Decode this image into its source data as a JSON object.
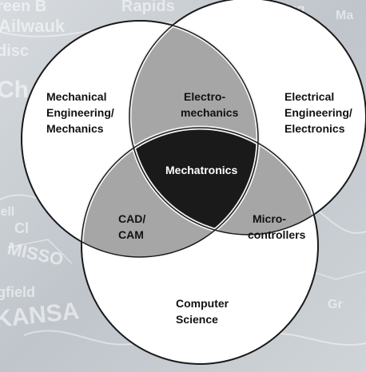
{
  "diagram": {
    "background_words": [
      "reen B",
      "Rapids",
      "Lansing",
      "Ailwauk",
      "disc",
      "Ch",
      "Ma",
      "lell",
      "Cl",
      "MISSO",
      "gfield",
      "KANSA",
      "Gr"
    ],
    "regions": {
      "mechanical": [
        "Mechanical",
        "Engineering/",
        "Mechanics"
      ],
      "electrical": [
        "Electrical",
        "Engineering/",
        "Electronics"
      ],
      "computer": [
        "Computer",
        "Science"
      ],
      "electromechanics": [
        "Electro-",
        "mechanics"
      ],
      "cad_cam": [
        "CAD/",
        "CAM"
      ],
      "microcontrollers": [
        "Micro-",
        "controllers"
      ],
      "center": [
        "Mechatronics"
      ]
    }
  },
  "colors": {
    "circle_fill": "#ffffff",
    "overlap_fill": "#a6a6a6",
    "center_fill": "#1a1a1a",
    "outline": "#1a1a1a"
  }
}
